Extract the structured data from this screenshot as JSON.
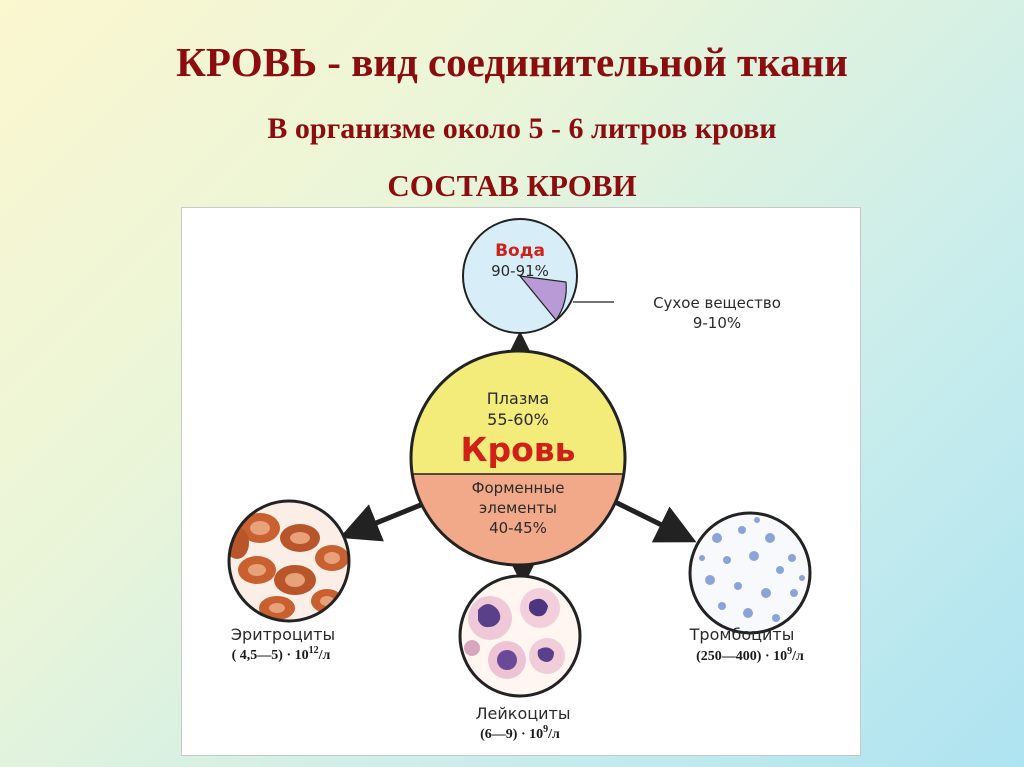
{
  "slide": {
    "title": "КРОВЬ - вид соединительной ткани",
    "subtitle": "В организме около 5 - 6 литров крови",
    "heading": "СОСТАВ  КРОВИ"
  },
  "diagram": {
    "center": {
      "name": "Кровь",
      "plasma_label": "Плазма",
      "plasma_percent": "55-60%",
      "formed_line1": "Форменные",
      "formed_line2": "элементы",
      "formed_percent": "40-45%"
    },
    "water": {
      "label": "Вода",
      "percent": "90-91%",
      "dry_label": "Сухое вещество",
      "dry_percent": "9-10%"
    },
    "erythrocytes": {
      "label": "Эритроциты",
      "count_prefix": "( 4,5—5) · 10",
      "count_exp": "12",
      "count_unit": "/л"
    },
    "leukocytes": {
      "label": "Лейкоциты",
      "count_prefix": "(6—9) · 10",
      "count_exp": "9",
      "count_unit": "/л"
    },
    "platelets": {
      "label": "Тромбоциты",
      "count_prefix": "(250—400) · 10",
      "count_exp": "9",
      "count_unit": "/л"
    },
    "colors": {
      "title": "#8b0d10",
      "plasma": "#f4ec7a",
      "formed": "#f2a98a",
      "center_word": "#d0201a",
      "water_fill": "#d7eef9",
      "dry_wedge": "#b79ad6",
      "rbc": "#c8602f",
      "wbc_nucleus": "#5a3f8a",
      "platelet": "#8aa4d8"
    }
  }
}
